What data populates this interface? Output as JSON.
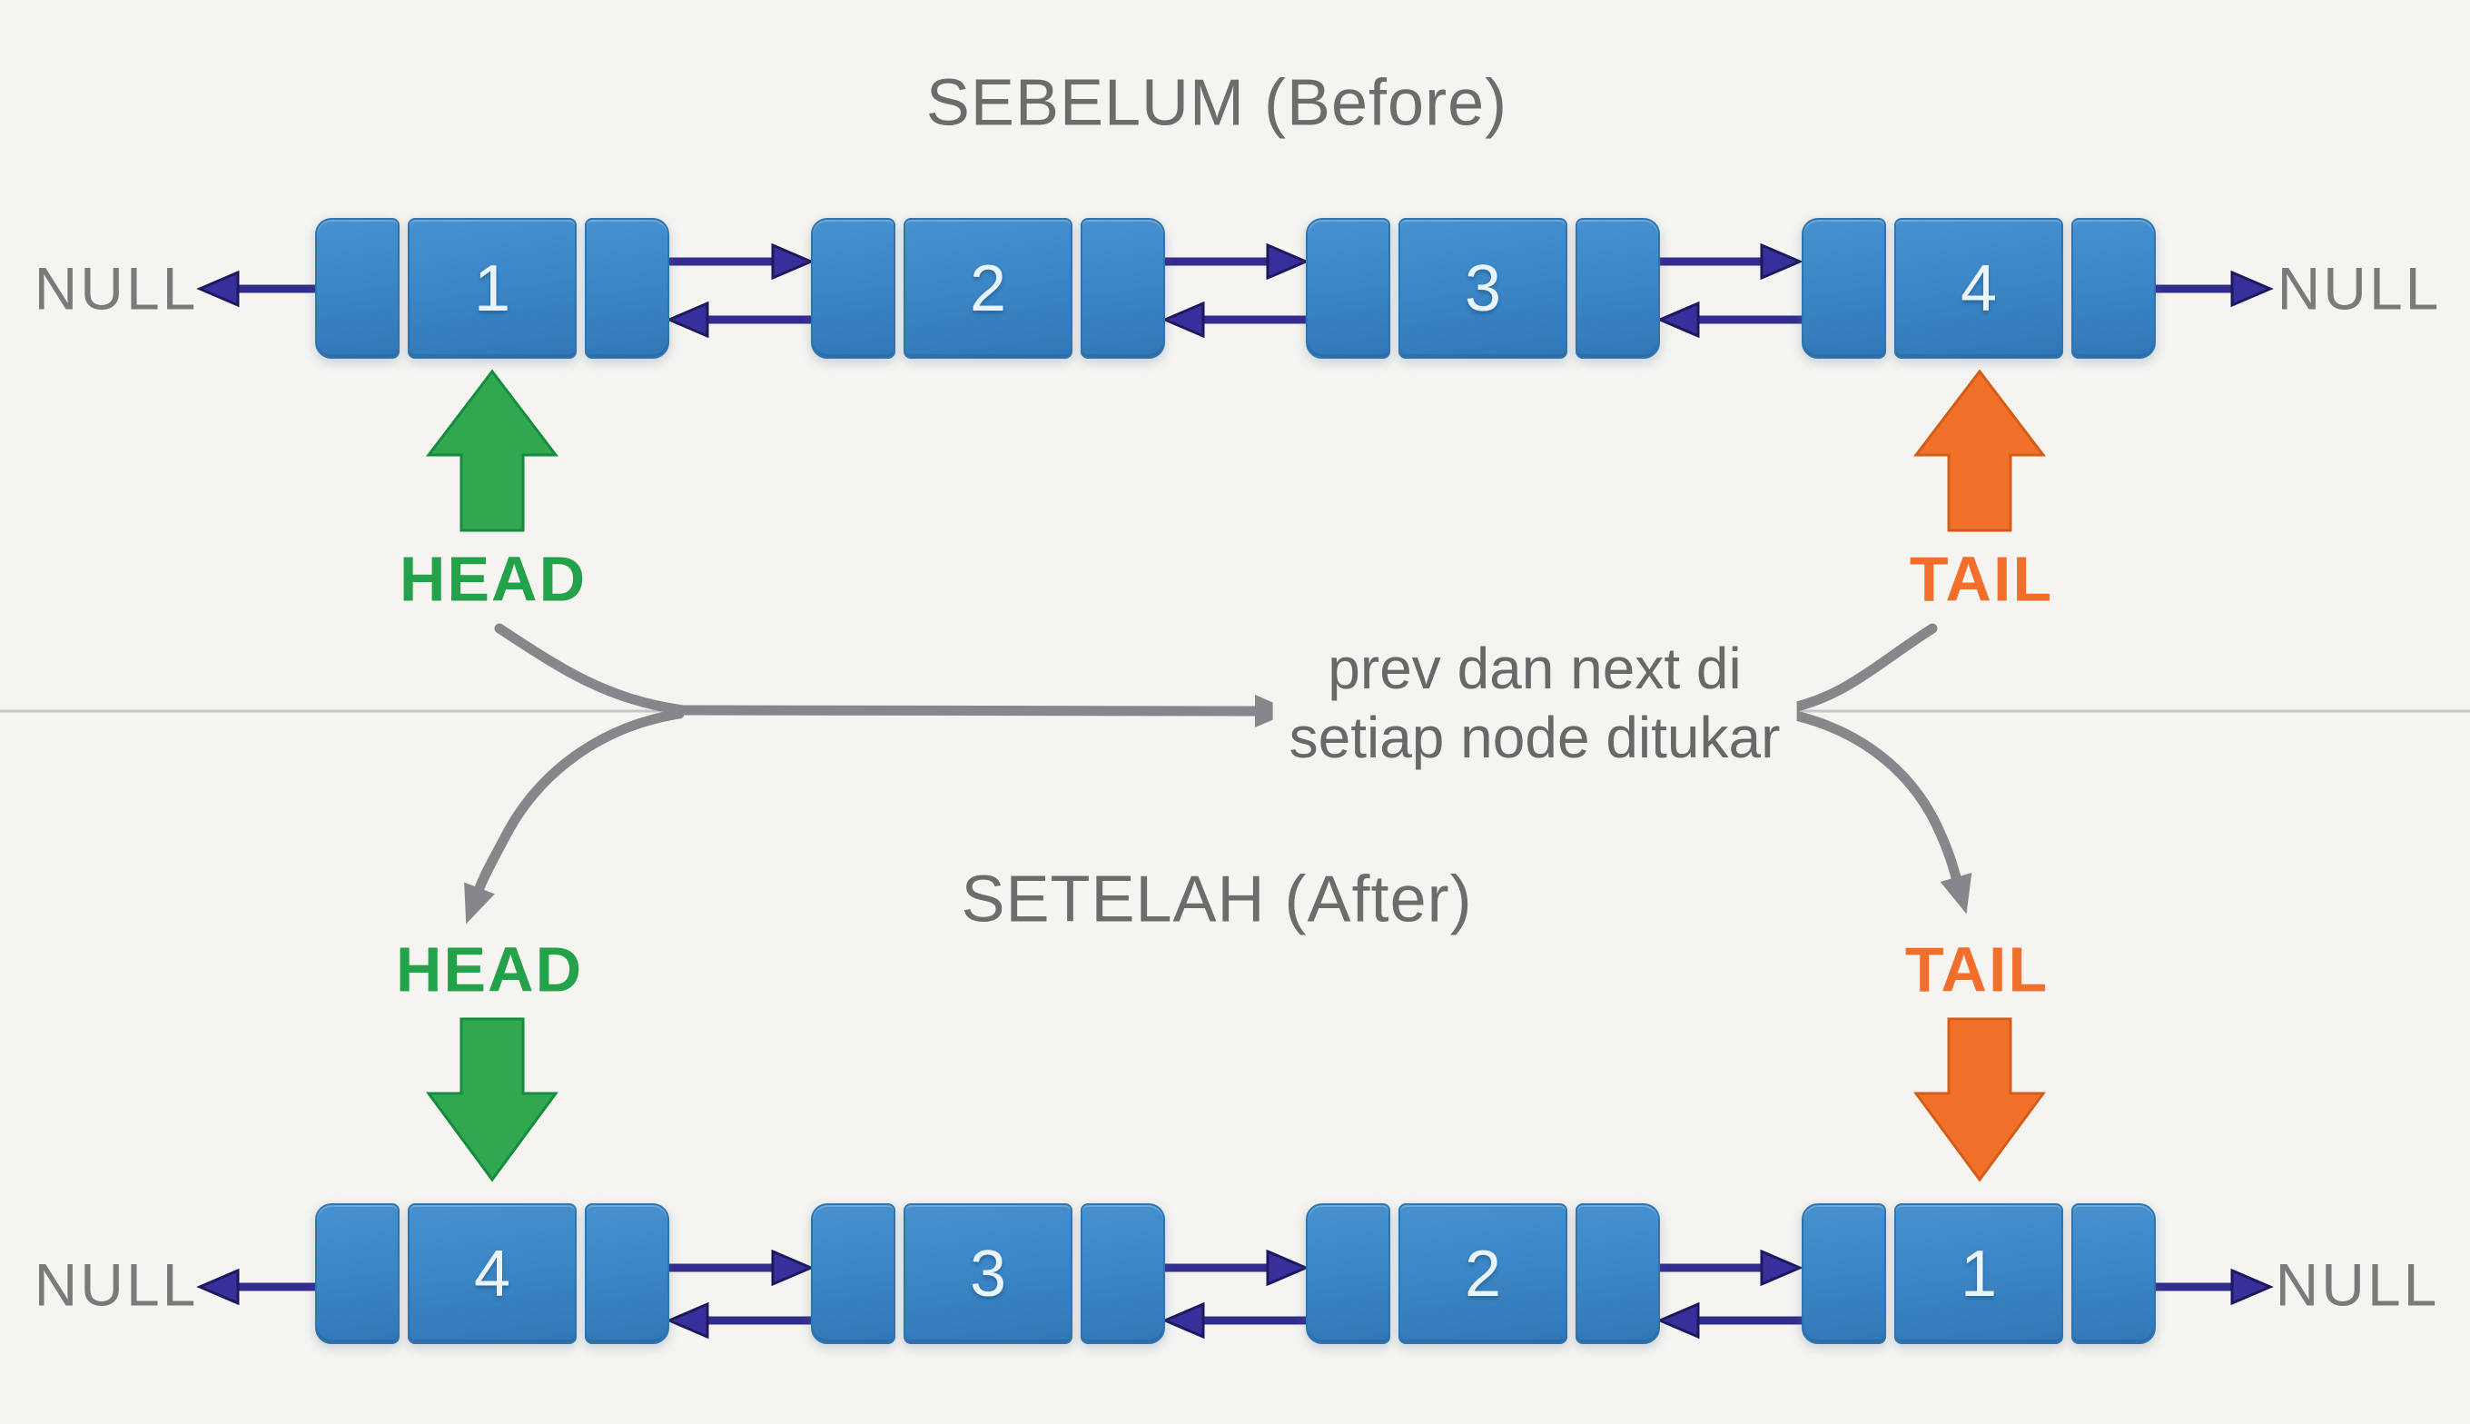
{
  "before": {
    "title": "SEBELUM (Before)",
    "null_left": "NULL",
    "null_right": "NULL",
    "nodes": [
      "1",
      "2",
      "3",
      "4"
    ],
    "head_label": "HEAD",
    "tail_label": "TAIL"
  },
  "after": {
    "title": "SETELAH (After)",
    "null_left": "NULL",
    "null_right": "NULL",
    "nodes": [
      "4",
      "3",
      "2",
      "1"
    ],
    "head_label": "HEAD",
    "tail_label": "TAIL"
  },
  "annotation": {
    "line1": "prev dan next di",
    "line2": "setiap node ditukar"
  },
  "colors": {
    "background": "#f5f4f1",
    "node_blue": "#3b86c6",
    "node_border": "#2d74b0",
    "pointer_navy": "#322c8e",
    "head_green": "#23a24a",
    "tail_orange": "#f26f2b",
    "transition_gray": "#85878a",
    "divider_gray": "#c6c6c4",
    "text_gray": "#6c6c6c"
  }
}
